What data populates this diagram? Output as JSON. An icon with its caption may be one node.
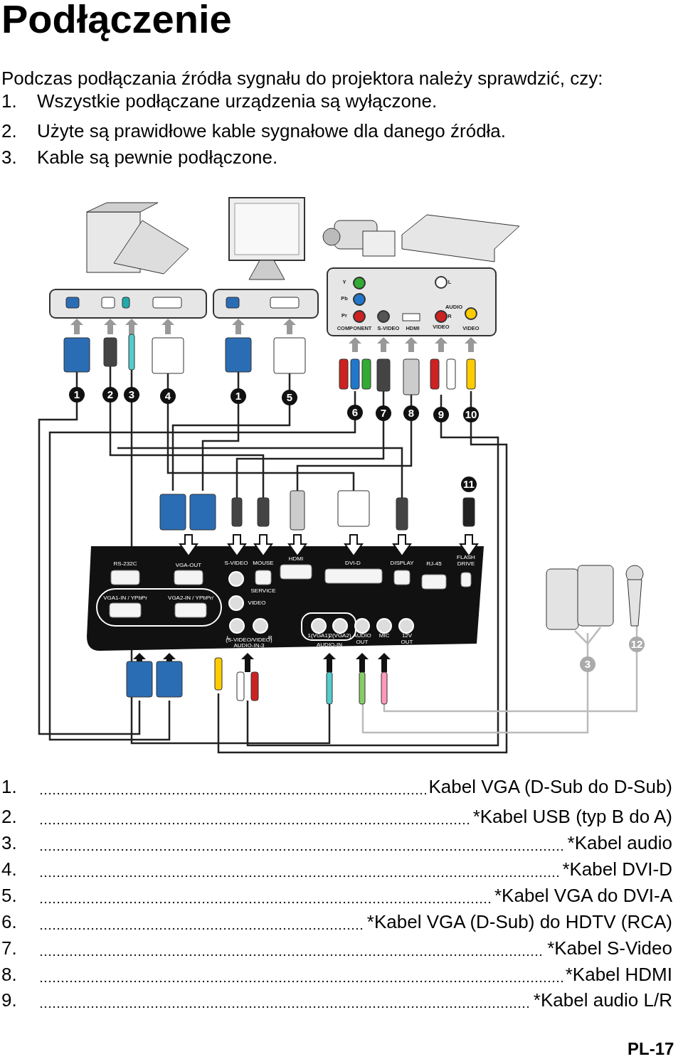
{
  "diagram": {
    "title": "Podłączenie",
    "labels": [
      "Podczas podłączania źródła sygnału do projektora należy sprawdzić, czy:",
      "1.",
      "Wszystkie podłączane urządzenia są wyłączone.",
      "2.",
      "Użyte są prawidłowe kable sygnałowe dla danego źródła.",
      "3.",
      "Kable są pewnie podłączone.",
      "Y",
      "Pb",
      "Pr",
      "COMPONENT",
      "S-VIDEO",
      "HDMI",
      "L",
      "AUDIO",
      "R",
      "VIDEO",
      "VIDEO",
      "1",
      "2",
      "3",
      "4",
      "1",
      "5",
      "6",
      "7",
      "8",
      "9",
      "10",
      "11",
      "RS-232C",
      "VGA-OUT",
      "S-VIDEO",
      "MOUSE",
      "HDMI",
      "DVI-D",
      "DISPLAY",
      "RJ-45",
      "FLASH DRIVE",
      "SERVICE",
      "VGA1-IN / YPbPr",
      "VGA2-IN / YPbPr/",
      "VIDEO",
      "L",
      "(S-VIDEO/VIDEO)",
      "R",
      "AUDIO-IN-3",
      "1(VGA1)",
      "2(VGA2)",
      "AUDIO-IN",
      "AUDIO OUT",
      "MIC",
      "12V OUT",
      "12",
      "3",
      "1.",
      "Kabel VGA (D-Sub do D-Sub)",
      "2.",
      "*Kabel USB (typ B do A)",
      "3.",
      "*Kabel audio",
      "4.",
      "*Kabel DVI-D",
      "5.",
      "*Kabel VGA do DVI-A",
      "6.",
      "*Kabel VGA (D-Sub) do HDTV (RCA)",
      "7.",
      "*Kabel S-Video",
      "8.",
      "*Kabel HDMI",
      "9.",
      "*Kabel audio L/R",
      "PL-17"
    ]
  }
}
